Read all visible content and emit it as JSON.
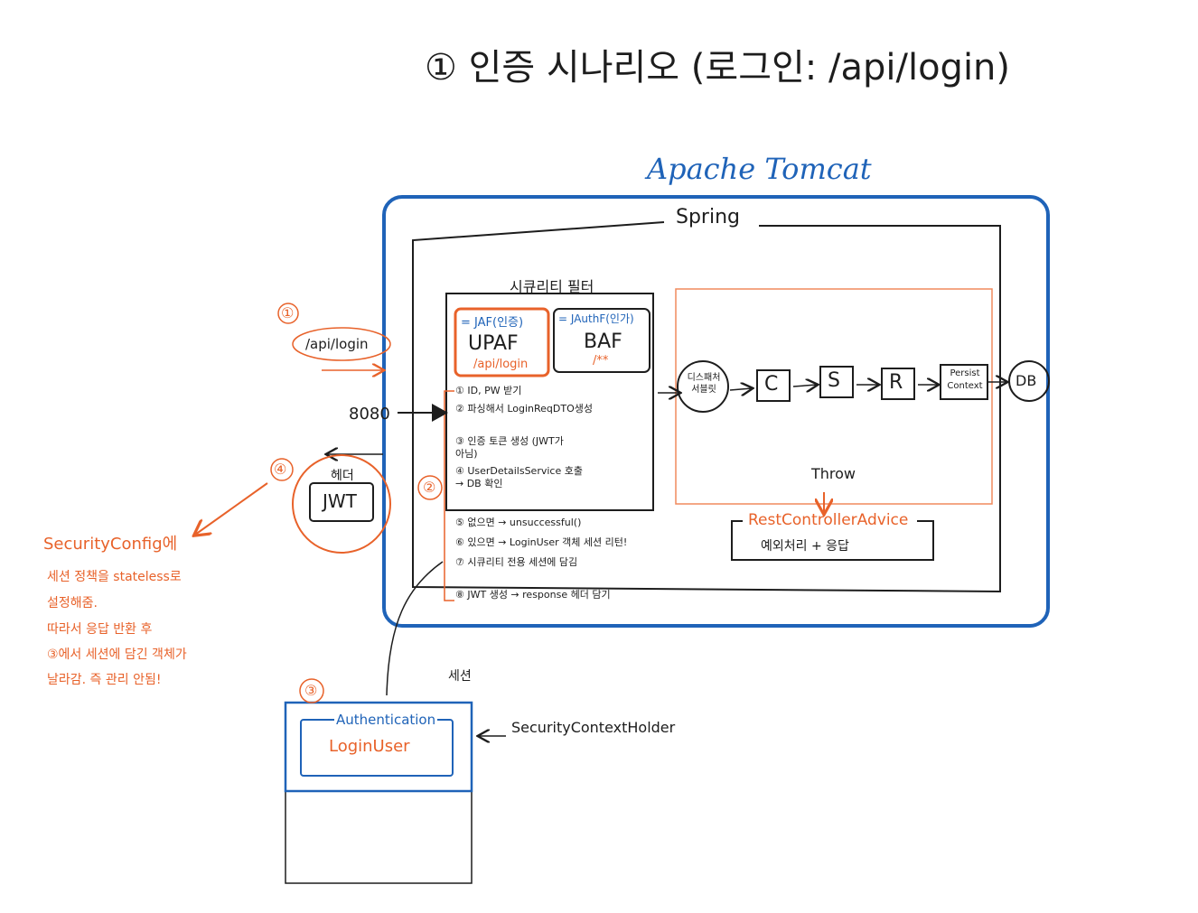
{
  "title": "① 인증 시나리오 (로그인: /api/login)",
  "tomcat": {
    "label": "Apache Tomcat",
    "color": "#1f63b8"
  },
  "spring": {
    "label": "Spring"
  },
  "security_filter": {
    "label": "시큐리티 필터",
    "jaf": {
      "tag": "= JAF(인증)",
      "name": "UPAF",
      "url": "/api/login"
    },
    "jauthf": {
      "tag": "= JAuthF(인가)",
      "name": "BAF",
      "url": "/**"
    },
    "steps": [
      "① ID, PW 받기",
      "② 파싱해서 LoginReqDTO생성",
      "③ 인증 토큰 생성 (JWT가 아님)",
      "④ UserDetailsService 호출 → DB 확인",
      "⑤ 없으면 → unsuccessful()",
      "⑥ 있으면 → LoginUser 객체 세션 리턴!",
      "⑦ 시큐리티 전용 세션에 담김",
      "⑧ JWT 생성 → response 헤더 담기"
    ]
  },
  "flow": {
    "dispatcher": "디스패처 서블릿",
    "nodes": [
      "C",
      "S",
      "R"
    ],
    "persist": "Persist Context",
    "db": "DB"
  },
  "exception": {
    "throw_label": "Throw",
    "advice": "RestControllerAdvice",
    "advice_desc": "예외처리 + 응답"
  },
  "request": {
    "num": "①",
    "url": "/api/login",
    "port": "8080"
  },
  "response": {
    "num": "④",
    "header": "헤더",
    "jwt": "JWT"
  },
  "step2_num": "②",
  "note": {
    "title": "SecurityConfig에",
    "lines": [
      "세션 정책을 stateless로",
      "설정해줌.",
      "따라서 응답 반환 후",
      "③에서 세션에 담긴 객체가",
      "날라감. 즉 관리 안됨!"
    ]
  },
  "session": {
    "num": "③",
    "label": "세션",
    "auth": "Authentication",
    "user": "LoginUser",
    "holder": "SecurityContextHolder"
  },
  "colors": {
    "orange": "#e8622a",
    "blue": "#1f63b8",
    "ink": "#1d1d1d"
  }
}
